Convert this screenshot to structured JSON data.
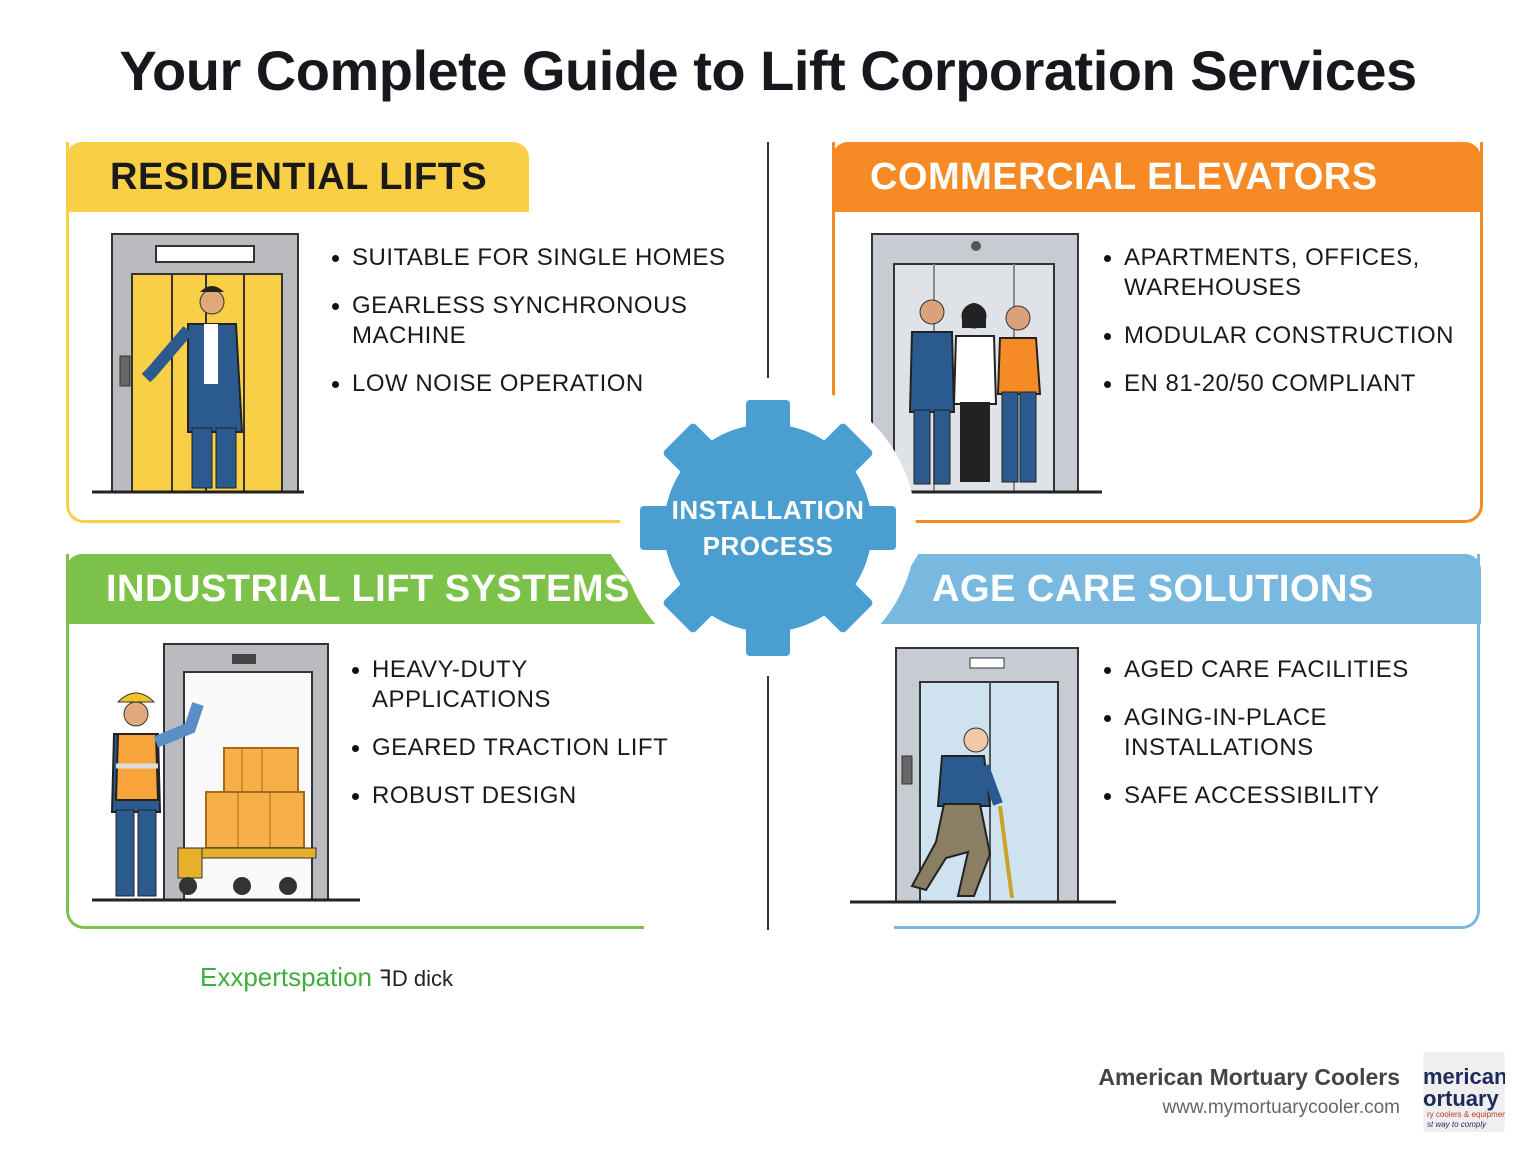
{
  "title": "Your Complete Guide to Lift Corporation Services",
  "colors": {
    "residential": "#f9cf45",
    "commercial": "#f68b25",
    "industrial": "#7cc24a",
    "agecare": "#79b9e0",
    "gear": "#4a9fd0"
  },
  "panels": {
    "residential": {
      "title": "RESIDENTIAL LIFTS",
      "bullets": [
        "SUITABLE FOR SINGLE HOMES",
        "GEARLESS SYNCHRONOUS MACHINE",
        "LOW NOISE OPERATION"
      ]
    },
    "commercial": {
      "title": "COMMERCIAL ELEVATORS",
      "bullets": [
        "APARTMENTS, OFFICES, WAREHOUSES",
        "MODULAR CONSTRUCTION",
        "EN 81-20/50 COMPLIANT"
      ]
    },
    "industrial": {
      "title": "INDUSTRIAL LIFT SYSTEMS",
      "bullets": [
        "HEAVY-DUTY APPLICATIONS",
        "GEARED TRACTION LIFT",
        "ROBUST DESIGN"
      ]
    },
    "agecare": {
      "title": "AGE CARE SOLUTIONS",
      "bullets": [
        "AGED CARE FACILITIES",
        "AGING-IN-PLACE INSTALLATIONS",
        "SAFE ACCESSIBILITY"
      ]
    }
  },
  "gear": {
    "line1": "INSTALLATION",
    "line2": "PROCESS"
  },
  "watermark": {
    "part1": "Exxpertspation",
    "part2": "ꟻD dick"
  },
  "brand": {
    "name": "American Mortuary Coolers",
    "url": "www.mymortuarycooler.com",
    "logo_line1": "merican",
    "logo_line2": "ortuary",
    "logo_line3": "ry coolers & equipment",
    "logo_line4": "st way to comply"
  }
}
